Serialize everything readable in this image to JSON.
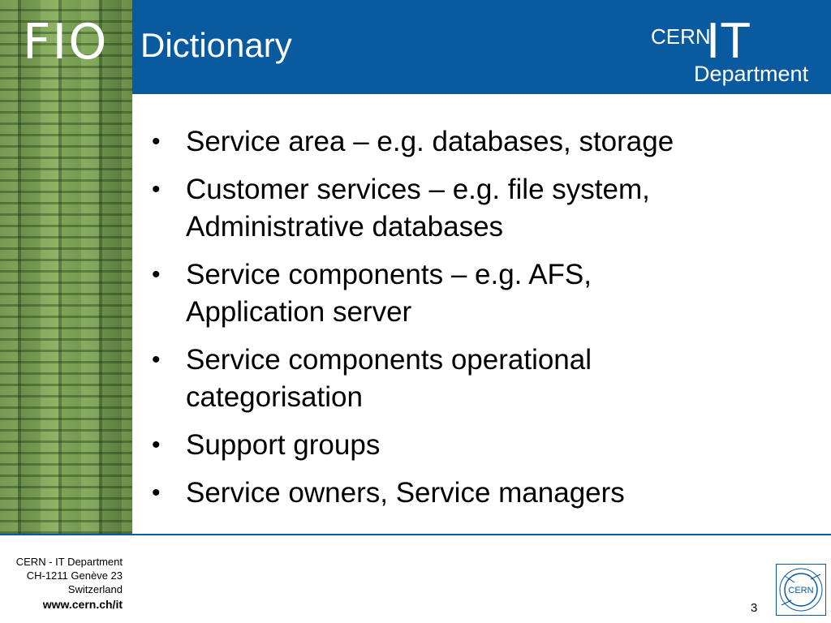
{
  "branding": {
    "left_logo_text": "FIO",
    "right_logo_small": "CERN",
    "right_logo_big": "IT",
    "right_logo_dept": "Department",
    "corner_logo_text": "CERN"
  },
  "slide": {
    "title": "Dictionary",
    "bullets": [
      {
        "lines": [
          "Service area – e.g. databases, storage"
        ]
      },
      {
        "lines": [
          "Customer services – e.g. file system,",
          "Administrative databases"
        ]
      },
      {
        "lines": [
          "Service components – e.g. AFS,",
          "Application server"
        ]
      },
      {
        "lines": [
          "Service components operational",
          "categorisation"
        ]
      },
      {
        "lines": [
          "Support groups"
        ]
      },
      {
        "lines": [
          "Service owners, Service managers"
        ]
      }
    ],
    "bullet_glyph": "•"
  },
  "footer": {
    "line1": "CERN - IT Department",
    "line2": "CH-1211 Genève 23",
    "line3": "Switzerland",
    "website": "www.cern.ch/it",
    "page_number": "3"
  },
  "colors": {
    "header_blue": "#0a5aa0",
    "panel_green": "#6b8f4c"
  }
}
